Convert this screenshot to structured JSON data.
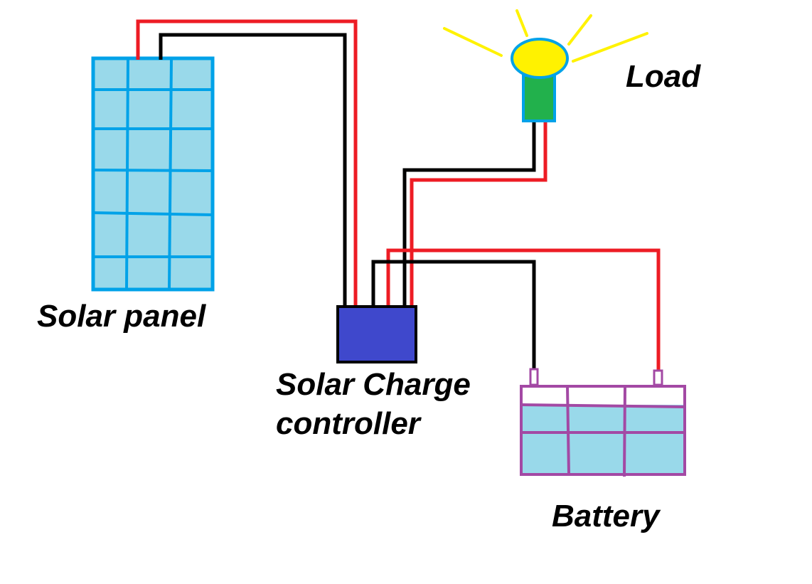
{
  "labels": {
    "solar_panel": "Solar panel",
    "load": "Load",
    "controller_line1": "Solar Charge",
    "controller_line2": "controller",
    "battery": "Battery"
  },
  "colors": {
    "positive_wire": "#ed1c24",
    "negative_wire": "#000000",
    "panel_fill": "#99d9ea",
    "panel_stroke": "#00a2e8",
    "controller_fill": "#3f48cc",
    "bulb_glass": "#fff200",
    "bulb_base": "#22b14c",
    "light_rays": "#fff200",
    "battery_fill": "#99d9ea",
    "battery_stroke": "#a349a4"
  }
}
